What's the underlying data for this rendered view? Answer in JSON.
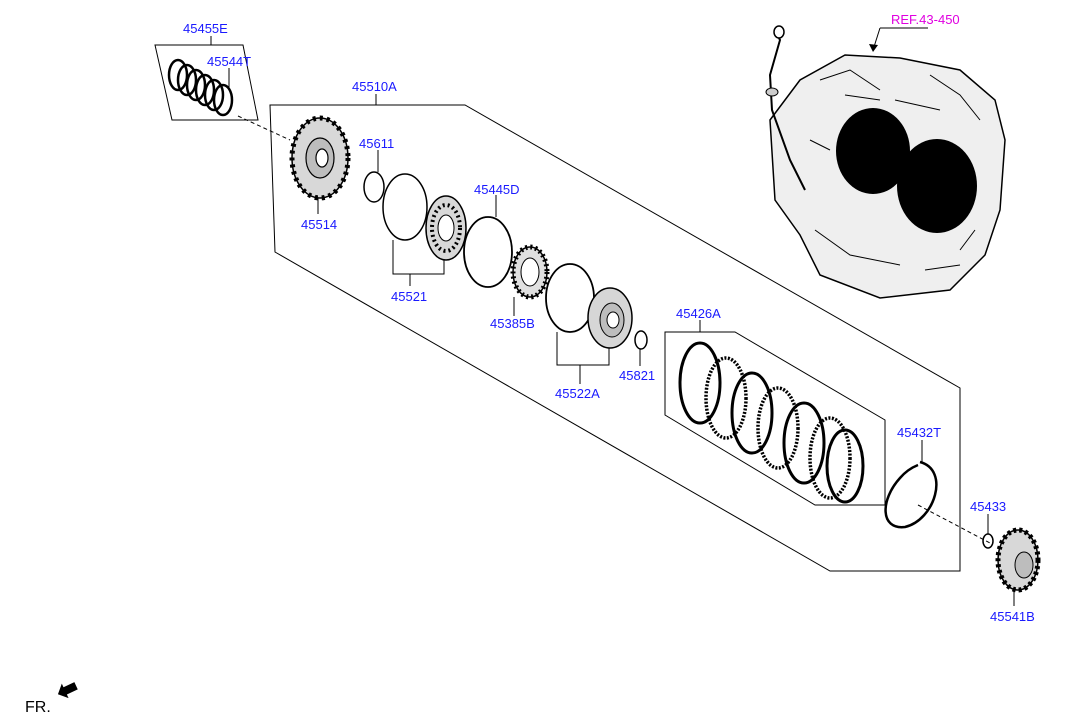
{
  "colors": {
    "part_number": "#1a1aff",
    "reference": "#e000e0",
    "line": "#000000",
    "background": "#ffffff"
  },
  "labels": {
    "p45455E": "45455E",
    "p45544T": "45544T",
    "p45510A": "45510A",
    "p45611": "45611",
    "p45514": "45514",
    "p45445D": "45445D",
    "p45521": "45521",
    "p45385B": "45385B",
    "p45522A": "45522A",
    "p45821": "45821",
    "p45426A": "45426A",
    "p45432T": "45432T",
    "p45433": "45433",
    "p45541B": "45541B",
    "ref": "REF.43-450"
  },
  "footer": {
    "front_marker": "FR."
  }
}
